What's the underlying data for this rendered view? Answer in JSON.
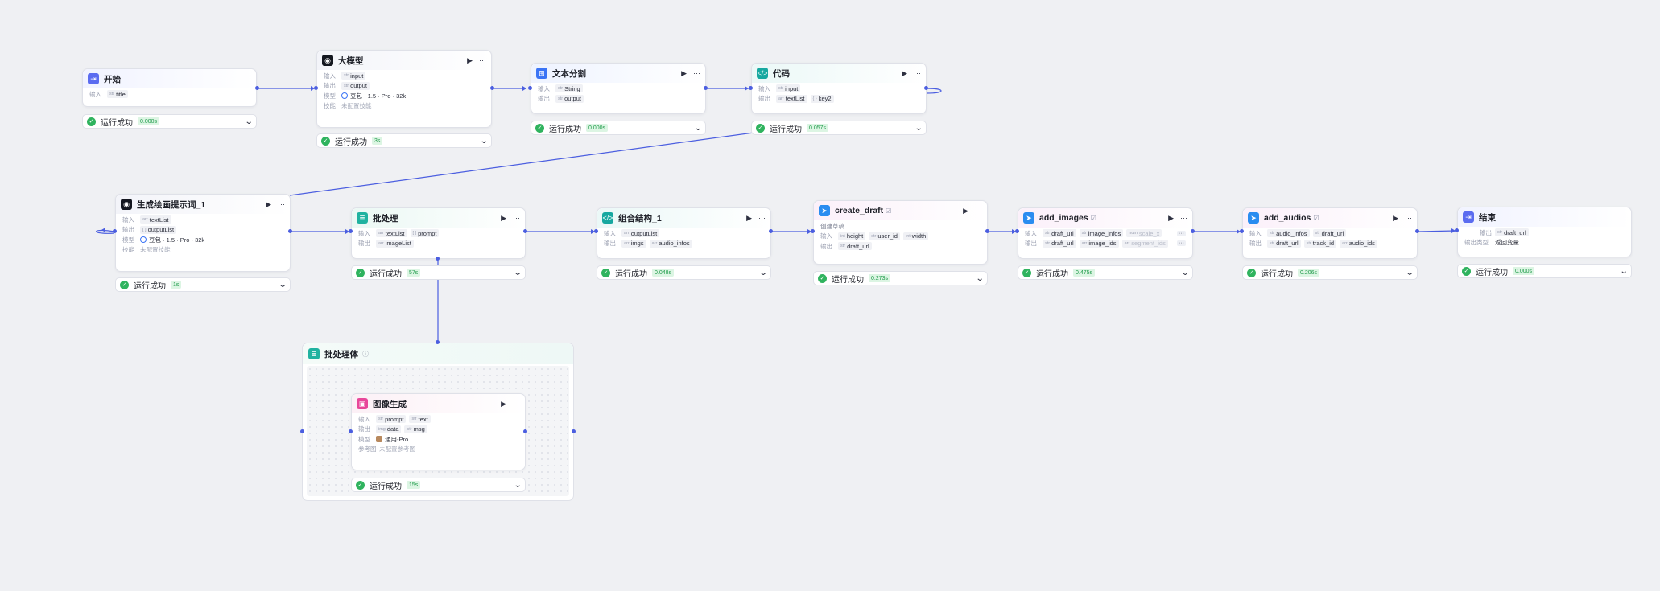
{
  "colors": {
    "edge": "#4b5ee0",
    "success": "#2fb35e",
    "canvas": "#eff0f3"
  },
  "labels": {
    "input": "输入",
    "output": "输出",
    "model": "模型",
    "skill": "技能",
    "output_type": "输出类型",
    "reference_image": "参考图",
    "status": "运行成功"
  },
  "nodes": {
    "start": {
      "title": "开始",
      "icon": "start-icon",
      "inputs": [
        "title"
      ],
      "time": "0.000s"
    },
    "llm": {
      "title": "大模型",
      "icon": "model-icon",
      "inputs": [
        "input"
      ],
      "outputs": [
        "output"
      ],
      "model": "豆包 · 1.5 · Pro · 32k",
      "skill": "未配置技能",
      "time": "3s"
    },
    "split": {
      "title": "文本分割",
      "icon": "split-icon",
      "inputs": [
        "String"
      ],
      "outputs": [
        "output"
      ],
      "time": "0.000s"
    },
    "code": {
      "title": "代码",
      "icon": "code-icon",
      "inputs": [
        "input"
      ],
      "outputs": [
        "textList",
        "key2"
      ],
      "time": "0.057s"
    },
    "prompt_gen": {
      "title": "生成绘画提示词_1",
      "icon": "model-icon",
      "inputs": [
        "textList"
      ],
      "outputs": [
        "outputList"
      ],
      "model": "豆包 · 1.5 · Pro · 32k",
      "skill": "未配置技能",
      "time": "1s"
    },
    "batch": {
      "title": "批处理",
      "icon": "batch-icon",
      "inputs": [
        "textList",
        "prompt"
      ],
      "outputs": [
        "imageList"
      ],
      "time": "57s"
    },
    "combine": {
      "title": "组合结构_1",
      "icon": "code-icon",
      "inputs": [
        "outputList"
      ],
      "outputs": [
        "imgs",
        "audio_infos"
      ],
      "time": "0.048s"
    },
    "create_draft": {
      "title": "create_draft",
      "icon": "plugin-icon",
      "desc": "创建草稿",
      "inputs": [
        "height",
        "user_id",
        "width"
      ],
      "outputs": [
        "draft_url"
      ],
      "time": "0.273s"
    },
    "add_images": {
      "title": "add_images",
      "icon": "plugin-icon",
      "inputs": [
        "draft_url",
        "image_infos",
        "scale_x"
      ],
      "outputs": [
        "draft_url",
        "image_ids",
        "segment_ids"
      ],
      "time": "0.475s"
    },
    "add_audios": {
      "title": "add_audios",
      "icon": "plugin-icon",
      "inputs": [
        "audio_infos",
        "draft_url"
      ],
      "outputs": [
        "draft_url",
        "track_id",
        "audio_ids"
      ],
      "time": "0.206s"
    },
    "end": {
      "title": "结束",
      "icon": "end-icon",
      "outputs": [
        "draft_url"
      ],
      "output_type": "返回变量",
      "time": "0.000s"
    },
    "batch_body": {
      "title": "批处理体",
      "icon": "batch-icon"
    },
    "image_gen": {
      "title": "图像生成",
      "icon": "image-icon",
      "inputs": [
        "prompt",
        "text"
      ],
      "outputs": [
        "data",
        "msg"
      ],
      "model": "通用-Pro",
      "reference": "未配置参考图",
      "time": "15s"
    }
  },
  "actions": {
    "run": "▶",
    "more": "···",
    "expand": "⌄",
    "check": "✓",
    "more_params": "···"
  }
}
